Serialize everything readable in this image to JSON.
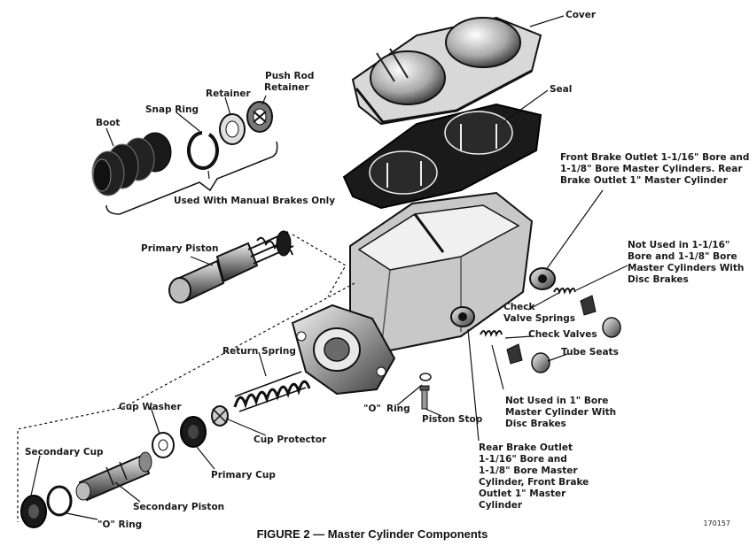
{
  "caption": "FIGURE 2 — Master Cylinder Components",
  "figure_number": "170157",
  "labels": {
    "cover": "Cover",
    "seal": "Seal",
    "push_rod_retainer_1": "Push Rod",
    "push_rod_retainer_2": "Retainer",
    "retainer": "Retainer",
    "snap_ring": "Snap Ring",
    "boot": "Boot",
    "manual_brakes": "Used With Manual Brakes Only",
    "front_outlet_1": "Front Brake Outlet 1-1/16\" Bore and",
    "front_outlet_2": "1-1/8\" Bore Master Cylinders. Rear",
    "front_outlet_3": "Brake Outlet 1\" Master Cylinder",
    "not_used_disc_1": "Not Used in 1-1/16\"",
    "not_used_disc_2": "Bore and 1-1/8\" Bore",
    "not_used_disc_3": "Master Cylinders With",
    "not_used_disc_4": "Disc Brakes",
    "primary_piston": "Primary Piston",
    "check_valve_springs_1": "Check",
    "check_valve_springs_2": "Valve Springs",
    "check_valves": "Check Valves",
    "tube_seats": "Tube Seats",
    "return_spring": "Return Spring",
    "o_ring_upper_1": "\"O\"",
    "o_ring_upper_2": "Ring",
    "piston_stop": "Piston Stop",
    "not_used_1in_1": "Not Used in 1\" Bore",
    "not_used_1in_2": "Master Cylinder With",
    "not_used_1in_3": "Disc Brakes",
    "cup_washer": "Cup Washer",
    "cup_protector": "Cup Protector",
    "primary_cup": "Primary Cup",
    "secondary_cup": "Secondary Cup",
    "secondary_piston": "Secondary Piston",
    "o_ring_lower": "\"O\" Ring",
    "rear_outlet_1": "Rear Brake Outlet",
    "rear_outlet_2": "1-1/16\" Bore and",
    "rear_outlet_3": "1-1/8\" Bore Master",
    "rear_outlet_4": "Cylinder, Front Brake",
    "rear_outlet_5": "Outlet 1\" Master",
    "rear_outlet_6": "Cylinder"
  }
}
